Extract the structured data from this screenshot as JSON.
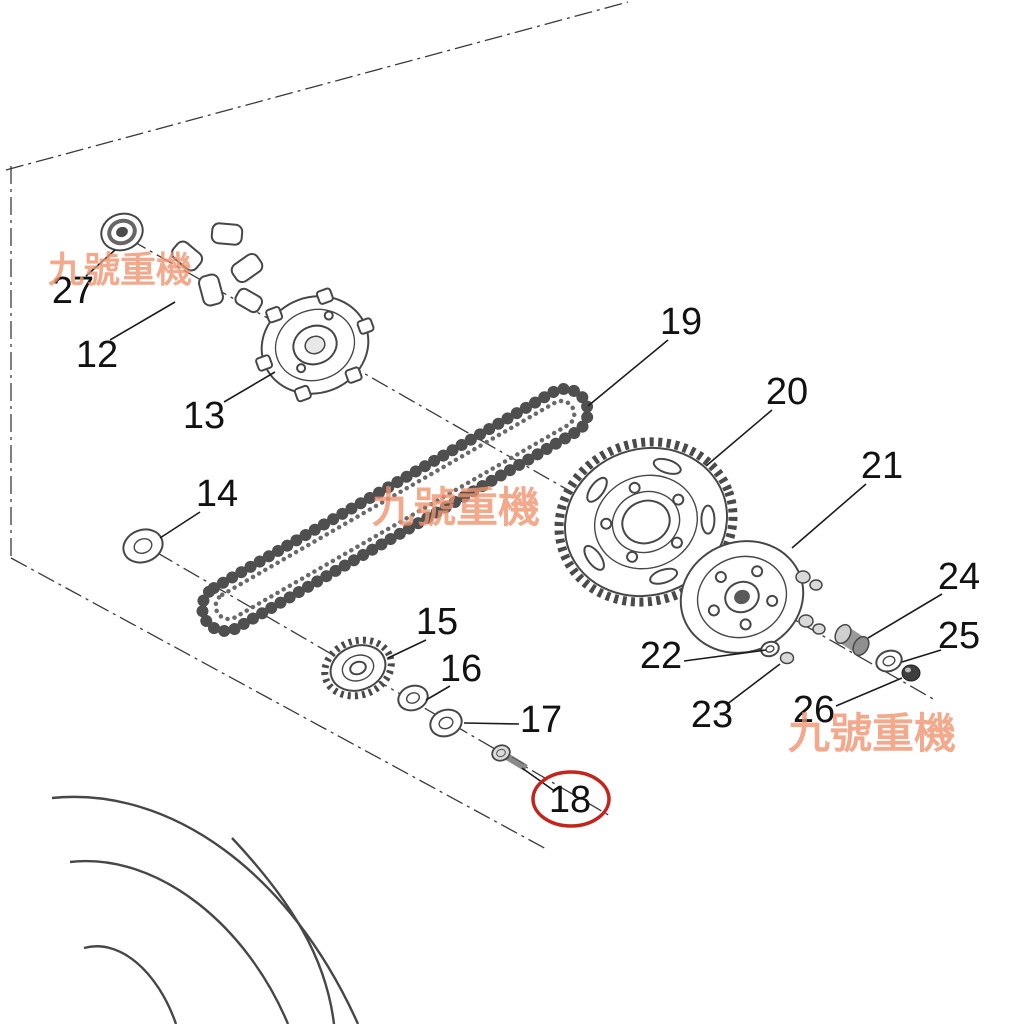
{
  "diagram": {
    "watermark": {
      "text": "九號重機",
      "color": "#EF9470"
    },
    "highlight": {
      "part_label": "18",
      "color": "#C3241C"
    },
    "parts": [
      {
        "label": "12"
      },
      {
        "label": "13"
      },
      {
        "label": "14"
      },
      {
        "label": "15"
      },
      {
        "label": "16"
      },
      {
        "label": "17"
      },
      {
        "label": "18"
      },
      {
        "label": "19"
      },
      {
        "label": "20"
      },
      {
        "label": "21"
      },
      {
        "label": "22"
      },
      {
        "label": "23"
      },
      {
        "label": "24"
      },
      {
        "label": "25"
      },
      {
        "label": "26"
      },
      {
        "label": "27"
      }
    ]
  }
}
